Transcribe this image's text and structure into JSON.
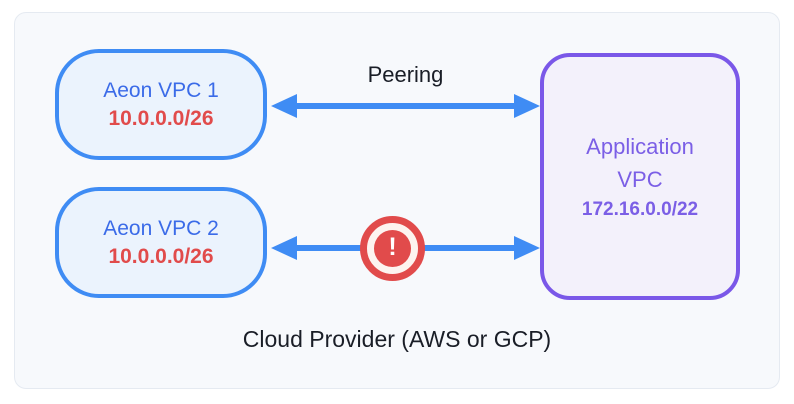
{
  "colors": {
    "blue_border": "#3F8CF4",
    "blue_fill": "#EBF3FD",
    "blue_text": "#3B6BE8",
    "red": "#E14B4B",
    "purple_border": "#7A58E8",
    "purple_fill": "#F3F1FB",
    "purple_text": "#7B5FE6",
    "canvas_fill": "#F7F9FC",
    "dark_text": "#1A1E27"
  },
  "diagram": {
    "caption": "Cloud Provider (AWS or GCP)",
    "connections": {
      "peering": {
        "label": "Peering"
      },
      "blocked": {
        "warning_glyph": "!"
      }
    },
    "nodes": {
      "aeon_vpc_1": {
        "name": "Aeon VPC 1",
        "cidr": "10.0.0.0/26"
      },
      "aeon_vpc_2": {
        "name": "Aeon VPC 2",
        "cidr": "10.0.0.0/26"
      },
      "application_vpc": {
        "name": "Application VPC",
        "cidr": "172.16.0.0/22"
      }
    }
  }
}
